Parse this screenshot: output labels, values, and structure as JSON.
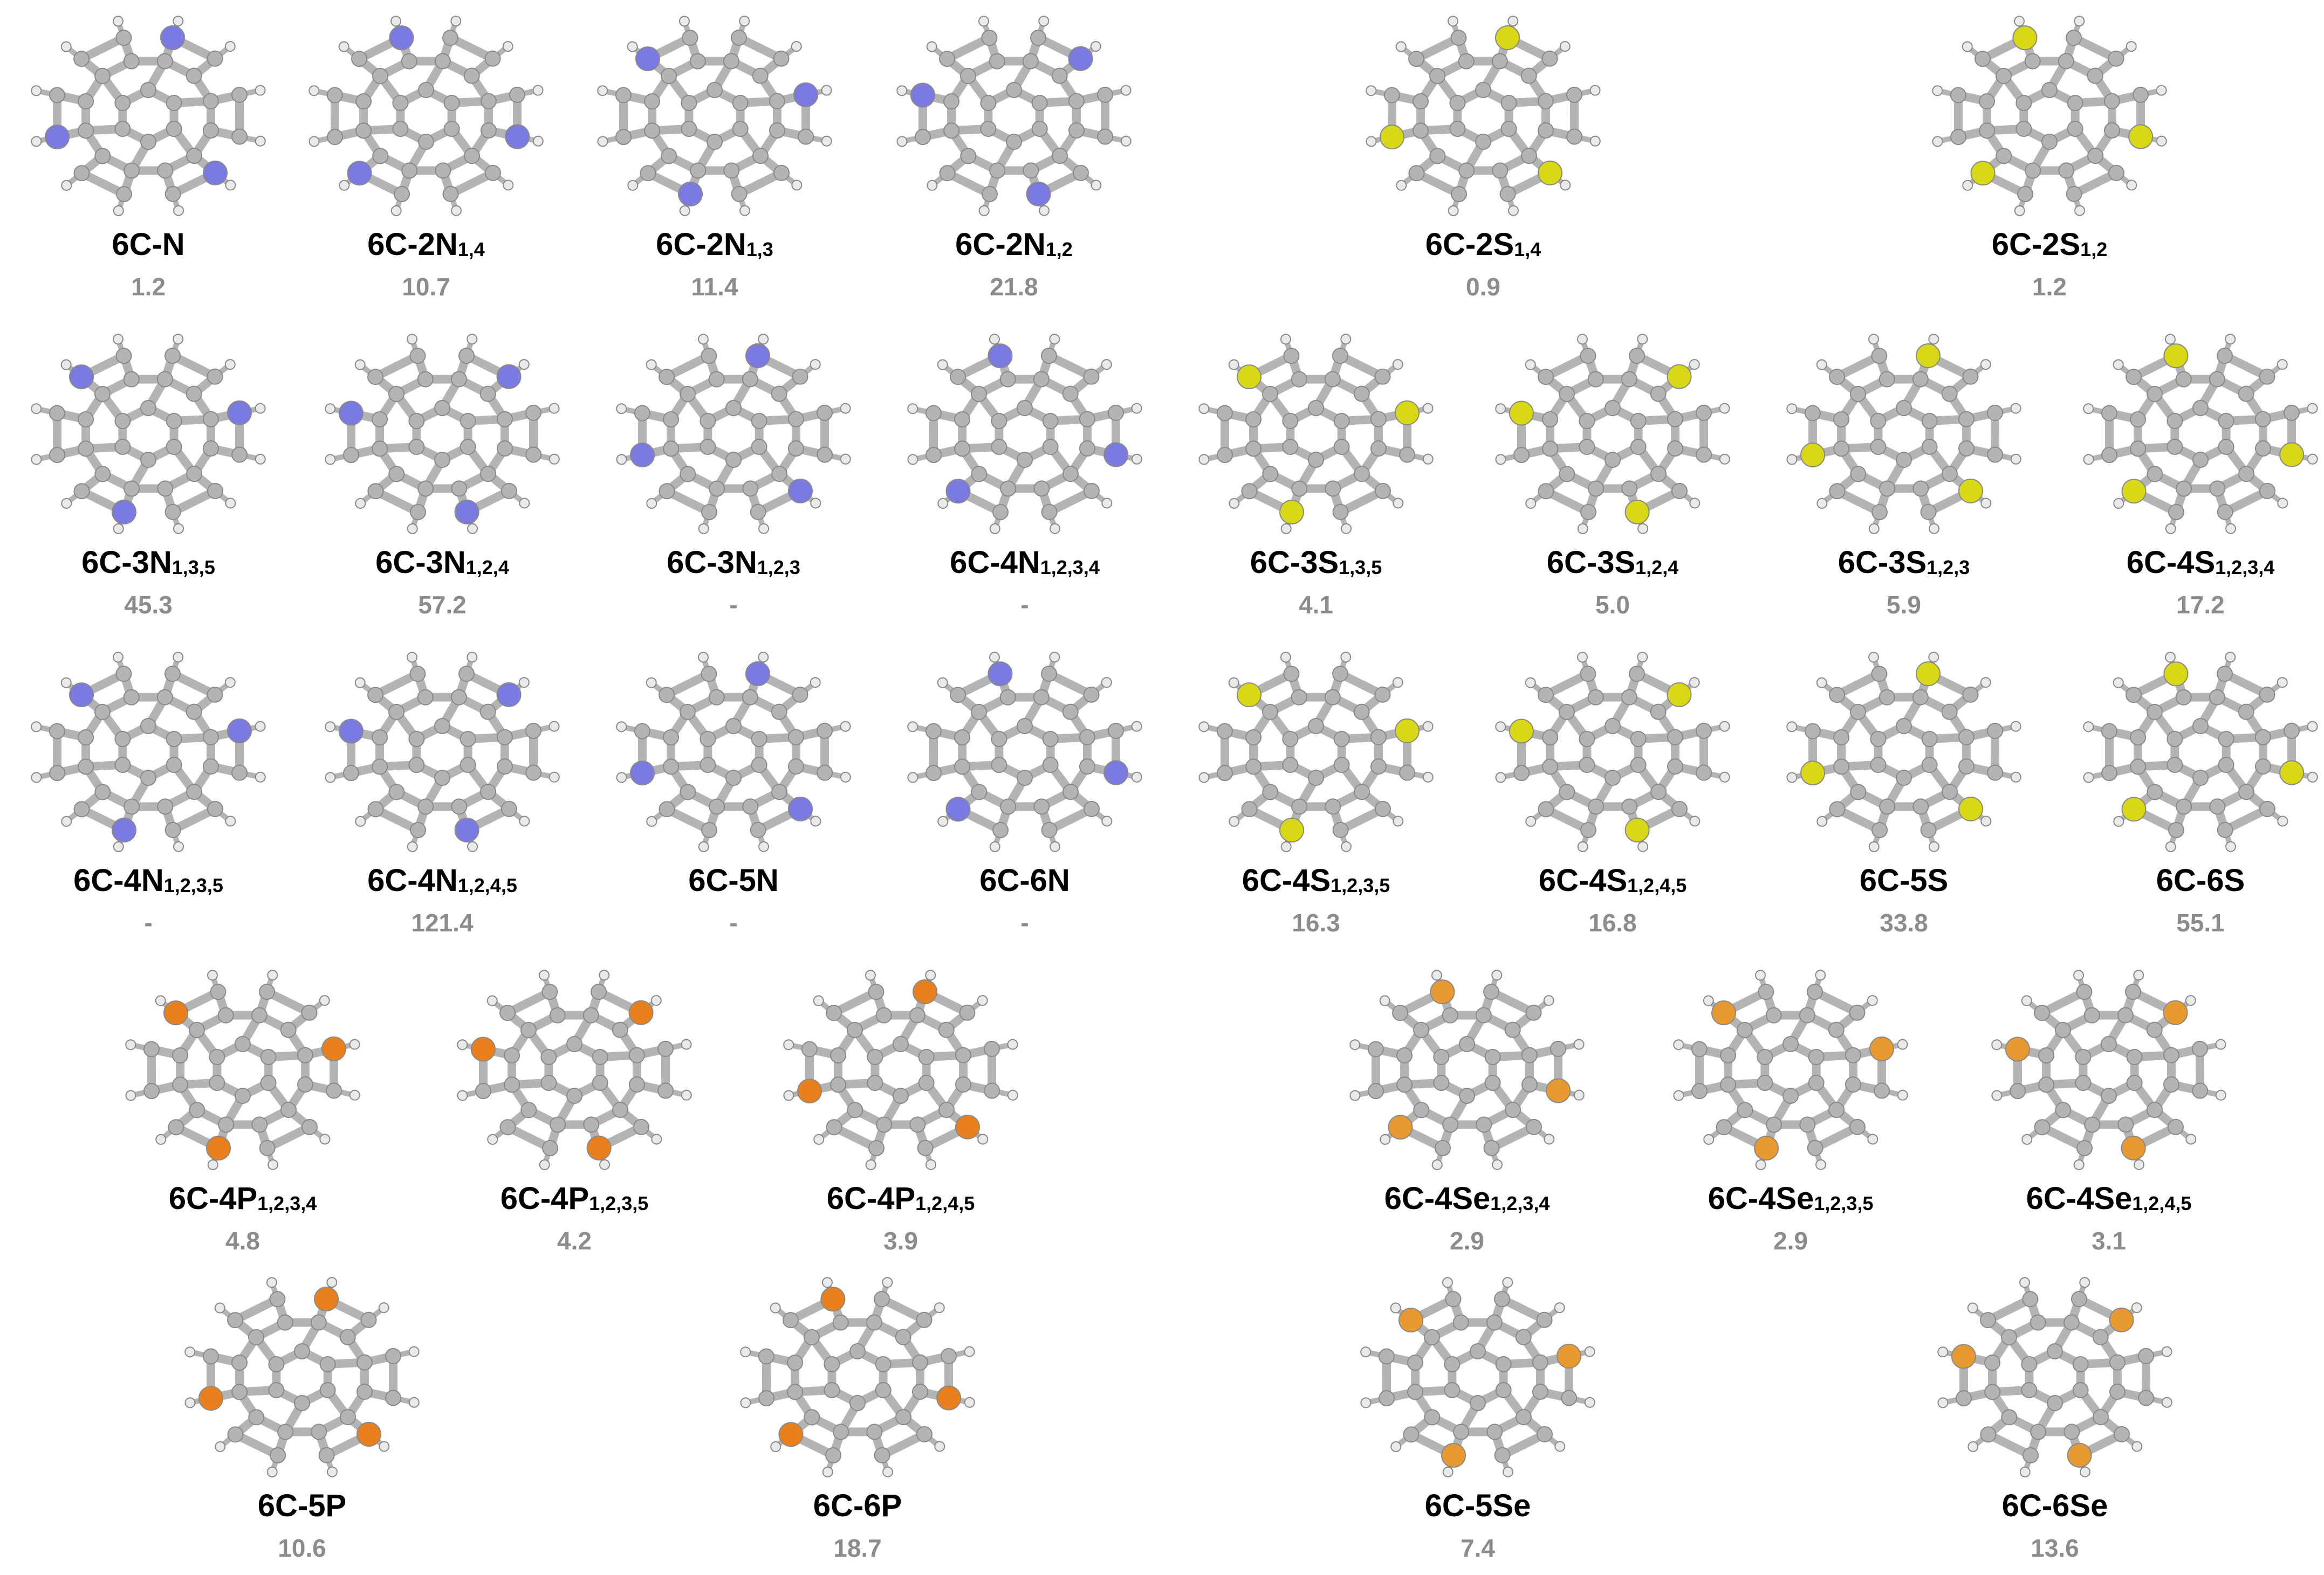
{
  "molecules": [
    {
      "base": "6C-N",
      "sub": "",
      "value": "1.2",
      "hetero": "N"
    },
    {
      "base": "6C-2N",
      "sub": "1,4",
      "value": "10.7",
      "hetero": "N"
    },
    {
      "base": "6C-2N",
      "sub": "1,3",
      "value": "11.4",
      "hetero": "N"
    },
    {
      "base": "6C-2N",
      "sub": "1,2",
      "value": "21.8",
      "hetero": "N"
    },
    {
      "base": "6C-2S",
      "sub": "1,4",
      "value": "0.9",
      "hetero": "S"
    },
    {
      "base": "6C-2S",
      "sub": "1,2",
      "value": "1.2",
      "hetero": "S"
    },
    {
      "base": "6C-3N",
      "sub": "1,3,5",
      "value": "45.3",
      "hetero": "N"
    },
    {
      "base": "6C-3N",
      "sub": "1,2,4",
      "value": "57.2",
      "hetero": "N"
    },
    {
      "base": "6C-3N",
      "sub": "1,2,3",
      "value": "-",
      "hetero": "N"
    },
    {
      "base": "6C-4N",
      "sub": "1,2,3,4",
      "value": "-",
      "hetero": "N"
    },
    {
      "base": "6C-3S",
      "sub": "1,3,5",
      "value": "4.1",
      "hetero": "S"
    },
    {
      "base": "6C-3S",
      "sub": "1,2,4",
      "value": "5.0",
      "hetero": "S"
    },
    {
      "base": "6C-3S",
      "sub": "1,2,3",
      "value": "5.9",
      "hetero": "S"
    },
    {
      "base": "6C-4S",
      "sub": "1,2,3,4",
      "value": "17.2",
      "hetero": "S"
    },
    {
      "base": "6C-4N",
      "sub": "1,2,3,5",
      "value": "-",
      "hetero": "N"
    },
    {
      "base": "6C-4N",
      "sub": "1,2,4,5",
      "value": "121.4",
      "hetero": "N"
    },
    {
      "base": "6C-5N",
      "sub": "",
      "value": "-",
      "hetero": "N"
    },
    {
      "base": "6C-6N",
      "sub": "",
      "value": "-",
      "hetero": "N"
    },
    {
      "base": "6C-4S",
      "sub": "1,2,3,5",
      "value": "16.3",
      "hetero": "S"
    },
    {
      "base": "6C-4S",
      "sub": "1,2,4,5",
      "value": "16.8",
      "hetero": "S"
    },
    {
      "base": "6C-5S",
      "sub": "",
      "value": "33.8",
      "hetero": "S"
    },
    {
      "base": "6C-6S",
      "sub": "",
      "value": "55.1",
      "hetero": "S"
    },
    {
      "base": "6C-4P",
      "sub": "1,2,3,4",
      "value": "4.8",
      "hetero": "P"
    },
    {
      "base": "6C-4P",
      "sub": "1,2,3,5",
      "value": "4.2",
      "hetero": "P"
    },
    {
      "base": "6C-4P",
      "sub": "1,2,4,5",
      "value": "3.9",
      "hetero": "P"
    },
    {
      "base": "6C-4Se",
      "sub": "1,2,3,4",
      "value": "2.9",
      "hetero": "Se"
    },
    {
      "base": "6C-4Se",
      "sub": "1,2,3,5",
      "value": "2.9",
      "hetero": "Se"
    },
    {
      "base": "6C-4Se",
      "sub": "1,2,4,5",
      "value": "3.1",
      "hetero": "Se"
    },
    {
      "base": "6C-5P",
      "sub": "",
      "value": "10.6",
      "hetero": "P"
    },
    {
      "base": "6C-6P",
      "sub": "",
      "value": "18.7",
      "hetero": "P"
    },
    {
      "base": "6C-5Se",
      "sub": "",
      "value": "7.4",
      "hetero": "Se"
    },
    {
      "base": "6C-6Se",
      "sub": "",
      "value": "13.6",
      "hetero": "Se"
    }
  ],
  "colors": {
    "carbon": "#b4b4b4",
    "carbon_dark": "#8a8a8a",
    "hydrogen": "#eaeaea",
    "N": "#7a7ae0",
    "S": "#d8d817",
    "P": "#e8801e",
    "Se": "#e89a30"
  }
}
